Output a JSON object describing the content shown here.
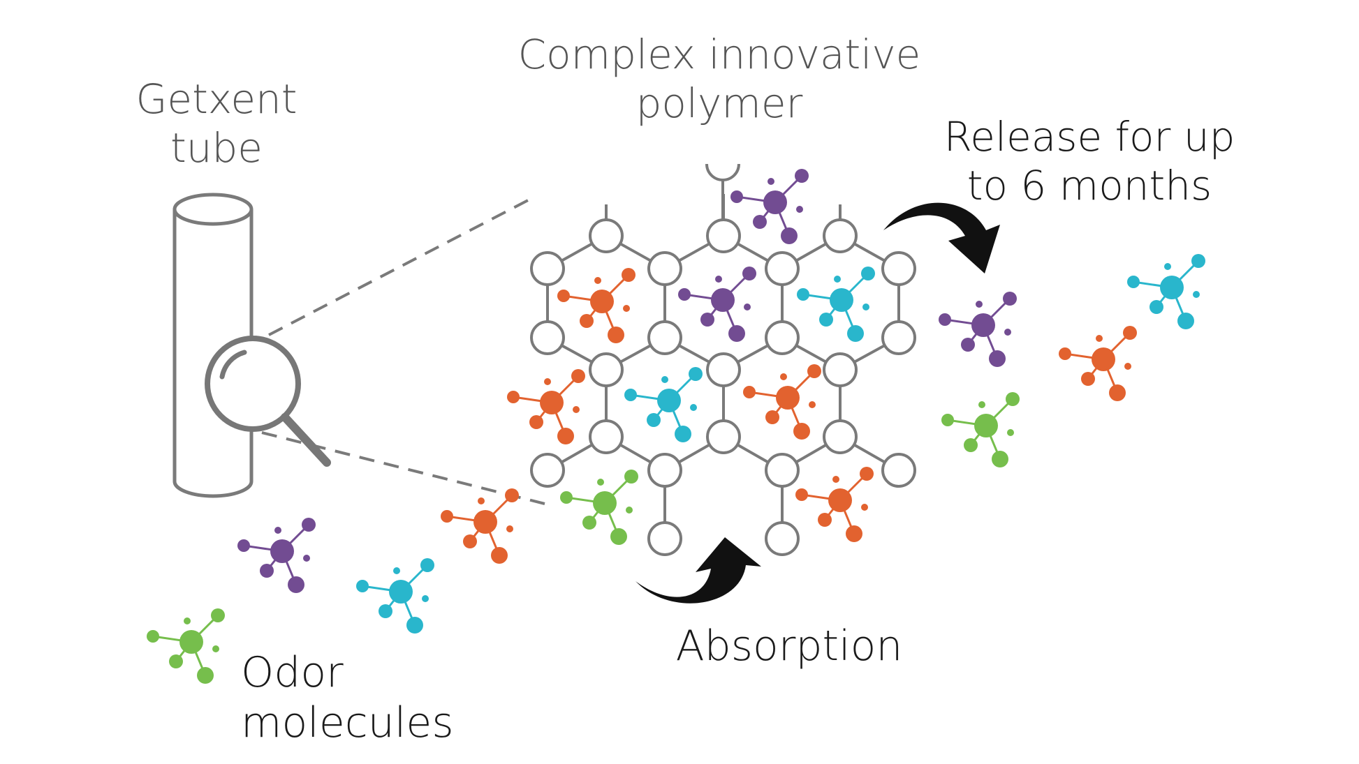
{
  "labels": {
    "tube": [
      "Getxent",
      "tube"
    ],
    "polymer": [
      "Complex innovative",
      "polymer"
    ],
    "release": [
      "Release for up",
      "to 6 months"
    ],
    "absorption": "Absorption",
    "odor": "Odor molecules"
  },
  "colors": {
    "orange": "#E2622F",
    "purple": "#724C92",
    "cyan": "#29B6CC",
    "green": "#76BE4C",
    "lattice": "#7a7a7a",
    "arrow": "#111111"
  },
  "molecules": {
    "inside_polymer": [
      "orange",
      "purple",
      "cyan",
      "orange",
      "cyan",
      "orange",
      "green",
      "orange",
      "purple"
    ],
    "released": [
      "purple",
      "cyan",
      "orange",
      "green"
    ],
    "odor_incoming": [
      "purple",
      "cyan",
      "orange",
      "green"
    ]
  }
}
